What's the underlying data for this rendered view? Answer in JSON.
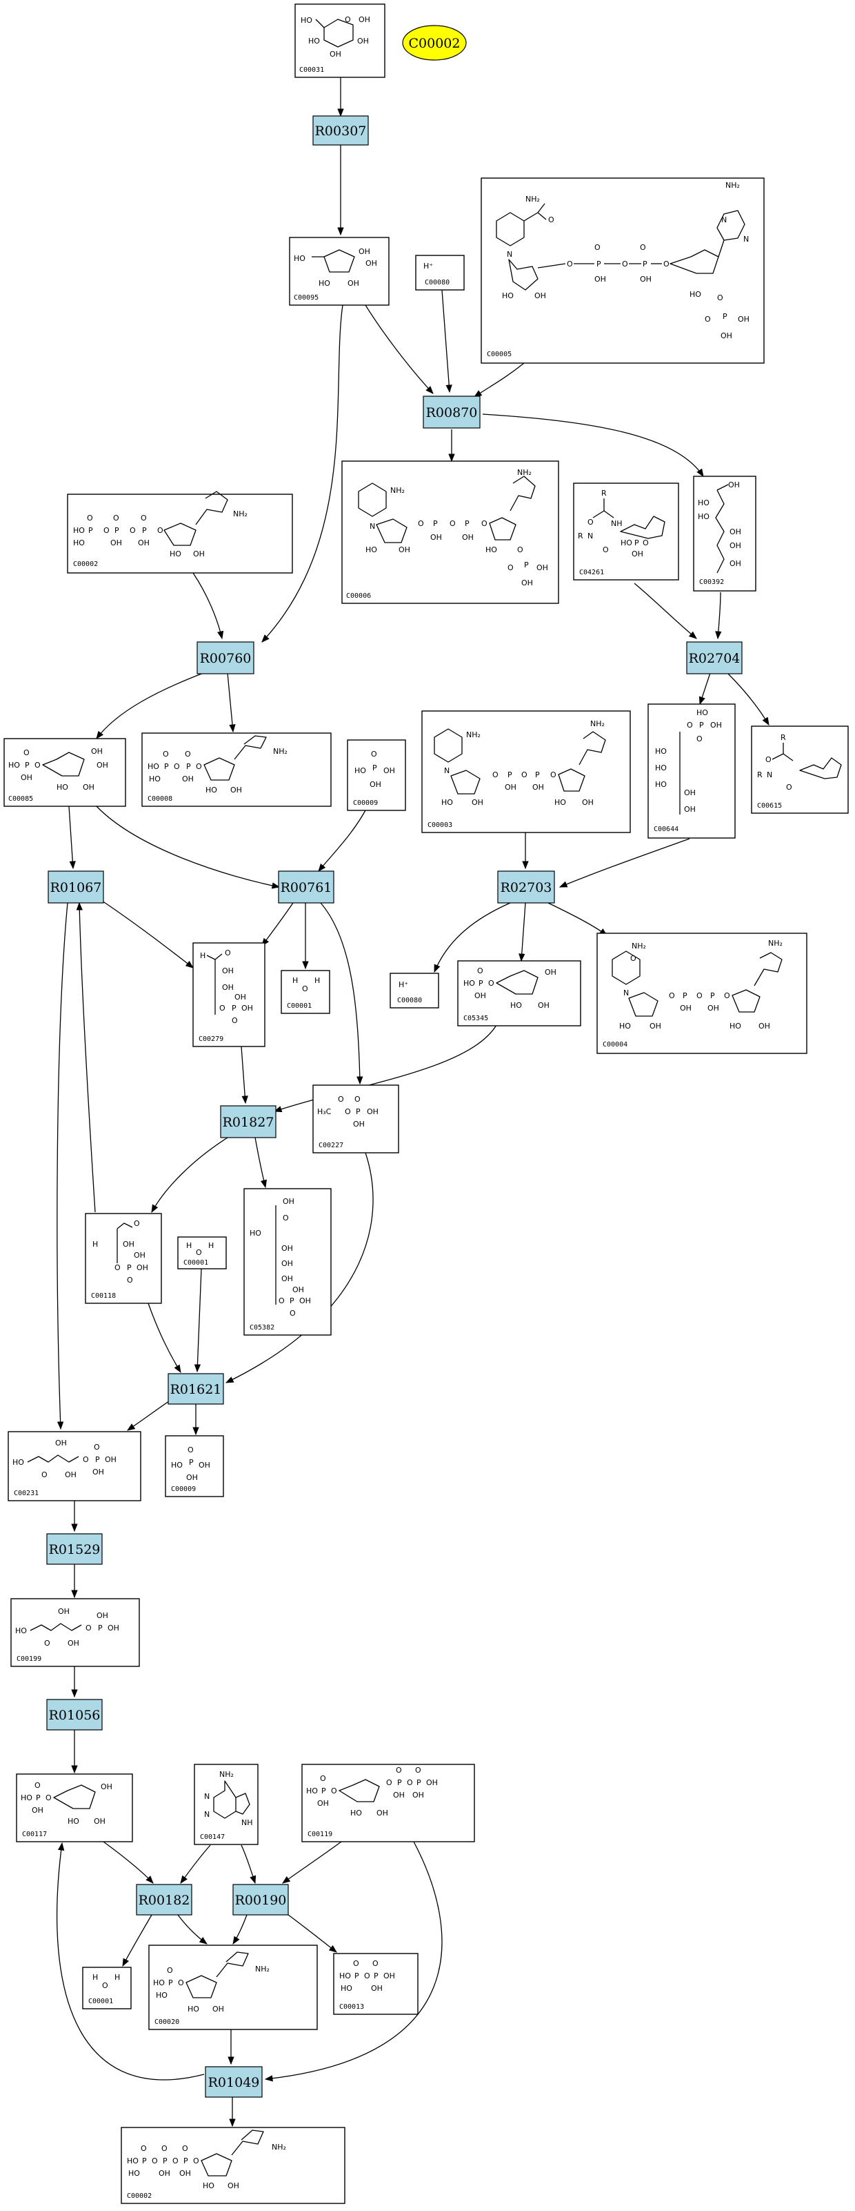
{
  "highlight": {
    "label": "C00002",
    "color": "#ffff00"
  },
  "colors": {
    "reaction_fill": "#add8e6",
    "compound_fill": "#ffffff",
    "highlight_fill": "#ffff00"
  },
  "reactions": [
    {
      "id": "R00307",
      "label": "R00307"
    },
    {
      "id": "R00870",
      "label": "R00870"
    },
    {
      "id": "R00760",
      "label": "R00760"
    },
    {
      "id": "R02704",
      "label": "R02704"
    },
    {
      "id": "R01067",
      "label": "R01067"
    },
    {
      "id": "R00761",
      "label": "R00761"
    },
    {
      "id": "R02703",
      "label": "R02703"
    },
    {
      "id": "R01827",
      "label": "R01827"
    },
    {
      "id": "R01621",
      "label": "R01621"
    },
    {
      "id": "R01529",
      "label": "R01529"
    },
    {
      "id": "R01056",
      "label": "R01056"
    },
    {
      "id": "R00182",
      "label": "R00182"
    },
    {
      "id": "R00190",
      "label": "R00190"
    },
    {
      "id": "R01049",
      "label": "R01049"
    }
  ],
  "compounds": [
    {
      "id": "c_C00031",
      "label": "C00031",
      "kind": "hexose"
    },
    {
      "id": "c_C00095",
      "label": "C00095",
      "kind": "furanose"
    },
    {
      "id": "c_C00080a",
      "label": "C00080",
      "kind": "proton",
      "text": "H⁺"
    },
    {
      "id": "c_C00005",
      "label": "C00005",
      "kind": "big-nucleotide"
    },
    {
      "id": "c_C00006",
      "label": "C00006",
      "kind": "big-nucleotide"
    },
    {
      "id": "c_C00002a",
      "label": "C00002",
      "kind": "atp"
    },
    {
      "id": "c_C04261",
      "label": "C04261",
      "kind": "peptide"
    },
    {
      "id": "c_C00392",
      "label": "C00392",
      "kind": "polyol"
    },
    {
      "id": "c_C00085",
      "label": "C00085",
      "kind": "sugar-phosphate"
    },
    {
      "id": "c_C00008",
      "label": "C00008",
      "kind": "adp"
    },
    {
      "id": "c_C00009a",
      "label": "C00009",
      "kind": "phosphate"
    },
    {
      "id": "c_C00003",
      "label": "C00003",
      "kind": "big-nucleotide"
    },
    {
      "id": "c_C00644",
      "label": "C00644",
      "kind": "polyol-phosphate"
    },
    {
      "id": "c_C00615",
      "label": "C00615",
      "kind": "peptide"
    },
    {
      "id": "c_C00279",
      "label": "C00279",
      "kind": "aldose-phosphate"
    },
    {
      "id": "c_C00001a",
      "label": "C00001",
      "kind": "water"
    },
    {
      "id": "c_C00080b",
      "label": "C00080",
      "kind": "proton",
      "text": "H⁺"
    },
    {
      "id": "c_C05345",
      "label": "C05345",
      "kind": "sugar-phosphate"
    },
    {
      "id": "c_C00004",
      "label": "C00004",
      "kind": "big-nucleotide"
    },
    {
      "id": "c_C00227",
      "label": "C00227",
      "kind": "acetyl-phosphate"
    },
    {
      "id": "c_C00118",
      "label": "C00118",
      "kind": "glyceraldehyde-phosphate"
    },
    {
      "id": "c_C00001b",
      "label": "C00001",
      "kind": "water"
    },
    {
      "id": "c_C05382",
      "label": "C05382",
      "kind": "polyol-phosphate"
    },
    {
      "id": "c_C00231",
      "label": "C00231",
      "kind": "pentulose-phosphate"
    },
    {
      "id": "c_C00009b",
      "label": "C00009",
      "kind": "phosphate"
    },
    {
      "id": "c_C00199",
      "label": "C00199",
      "kind": "pentulose-phosphate"
    },
    {
      "id": "c_C00117",
      "label": "C00117",
      "kind": "ribose-phosphate"
    },
    {
      "id": "c_C00147",
      "label": "C00147",
      "kind": "adenine"
    },
    {
      "id": "c_C00119",
      "label": "C00119",
      "kind": "prpp"
    },
    {
      "id": "c_C00001c",
      "label": "C00001",
      "kind": "water"
    },
    {
      "id": "c_C00020",
      "label": "C00020",
      "kind": "amp"
    },
    {
      "id": "c_C00013",
      "label": "C00013",
      "kind": "pyrophosphate"
    },
    {
      "id": "c_C00002b",
      "label": "C00002",
      "kind": "atp"
    }
  ],
  "atoms": {
    "HO": "HO",
    "OH": "OH",
    "O": "O",
    "P": "P",
    "H": "H",
    "N": "N",
    "NH2": "NH₂",
    "NH": "NH",
    "R": "R",
    "CH3": "H₃C"
  }
}
